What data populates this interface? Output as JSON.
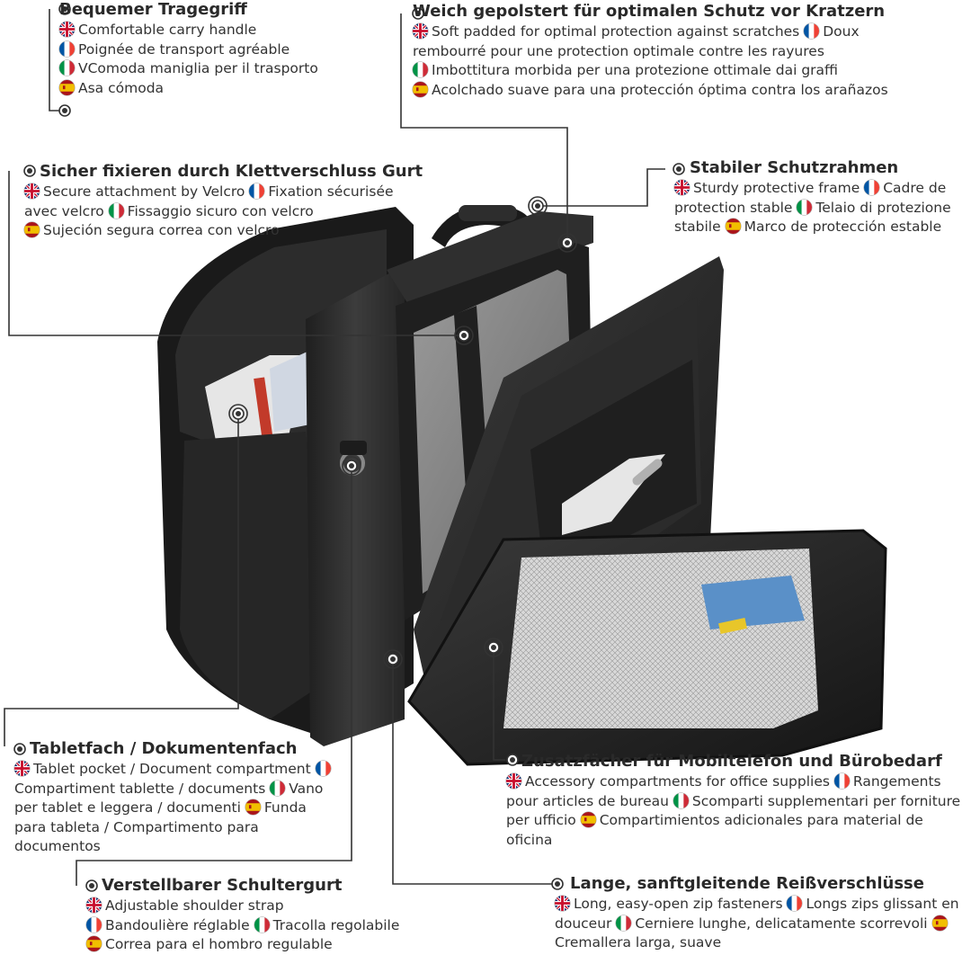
{
  "callouts": [
    {
      "id": "handle",
      "title": "Bequemer Tragegriff",
      "items": [
        {
          "flag": "gb",
          "text": "Comfortable carry handle"
        },
        {
          "flag": "fr",
          "text": "Poignée de transport agréable"
        },
        {
          "flag": "it",
          "text": "VComoda maniglia per il trasporto"
        },
        {
          "flag": "es",
          "text": "Asa cómoda"
        }
      ]
    },
    {
      "id": "padded",
      "title": "Weich gepolstert für optimalen Schutz vor Kratzern",
      "items": [
        {
          "flag": "gb",
          "text": "Soft padded for optimal protection against scratches"
        },
        {
          "flag": "fr",
          "text": "Doux rembourré pour une protection optimale contre les rayures"
        },
        {
          "flag": "it",
          "text": "Imbottitura morbida per una protezione ottimale dai graffi"
        },
        {
          "flag": "es",
          "text": "Acolchado suave para una protección óptima contra los arañazos"
        }
      ]
    },
    {
      "id": "velcro",
      "title": "Sicher fixieren durch Klettverschluss Gurt",
      "items": [
        {
          "flag": "gb",
          "text": "Secure attachment by Velcro"
        },
        {
          "flag": "fr",
          "text": "Fixation sécurisée avec velcro"
        },
        {
          "flag": "it",
          "text": "Fissaggio sicuro con velcro"
        },
        {
          "flag": "es",
          "text": "Sujeción segura correa con velcro"
        }
      ]
    },
    {
      "id": "frame",
      "title": "Stabiler Schutzrahmen",
      "items": [
        {
          "flag": "gb",
          "text": "Sturdy protective frame"
        },
        {
          "flag": "fr",
          "text": "Cadre de protection stable"
        },
        {
          "flag": "it",
          "text": "Telaio di protezione stabile"
        },
        {
          "flag": "es",
          "text": "Marco de protección estable"
        }
      ]
    },
    {
      "id": "tablet",
      "title": "Tabletfach / Dokumentenfach",
      "items": [
        {
          "flag": "gb",
          "text": "Tablet pocket / Document compartment"
        },
        {
          "flag": "fr",
          "text": "Compartiment tablette / documents"
        },
        {
          "flag": "it",
          "text": "Vano per tablet e leggera / documenti"
        },
        {
          "flag": "es",
          "text": "Funda para tableta / Compartimento para documentos"
        }
      ]
    },
    {
      "id": "accessory",
      "title": "Zusatzfächer für Mobiltelefon und Bürobedarf",
      "items": [
        {
          "flag": "gb",
          "text": "Accessory compartments for office supplies"
        },
        {
          "flag": "fr",
          "text": "Rangements pour articles de bureau"
        },
        {
          "flag": "it",
          "text": "Scomparti supplementari per forniture per ufficio"
        },
        {
          "flag": "es",
          "text": "Compartimientos adicionales para material de oficina"
        }
      ]
    },
    {
      "id": "strap",
      "title": "Verstellbarer Schultergurt",
      "items": [
        {
          "flag": "gb",
          "text": "Adjustable shoulder strap"
        },
        {
          "flag": "fr",
          "text": "Bandoulière réglable"
        },
        {
          "flag": "it",
          "text": "Tracolla regolabile"
        },
        {
          "flag": "es",
          "text": "Correa para el hombro regulable"
        }
      ]
    },
    {
      "id": "zip",
      "title": "Lange, sanftgleitende Reißverschlüsse",
      "items": [
        {
          "flag": "gb",
          "text": "Long, easy-open zip fasteners"
        },
        {
          "flag": "fr",
          "text": "Longs zips glissant en douceur"
        },
        {
          "flag": "it",
          "text": "Cerniere lunghe, delicatamente scorrevoli"
        },
        {
          "flag": "es",
          "text": "Cremallera larga, suave"
        }
      ]
    }
  ],
  "colors": {
    "line": "#333333",
    "bag_dark": "#2a2a2a",
    "bag_mid": "#4a4a4a",
    "bag_light": "#6d6d6d",
    "laptop": "#8a8a8a"
  }
}
